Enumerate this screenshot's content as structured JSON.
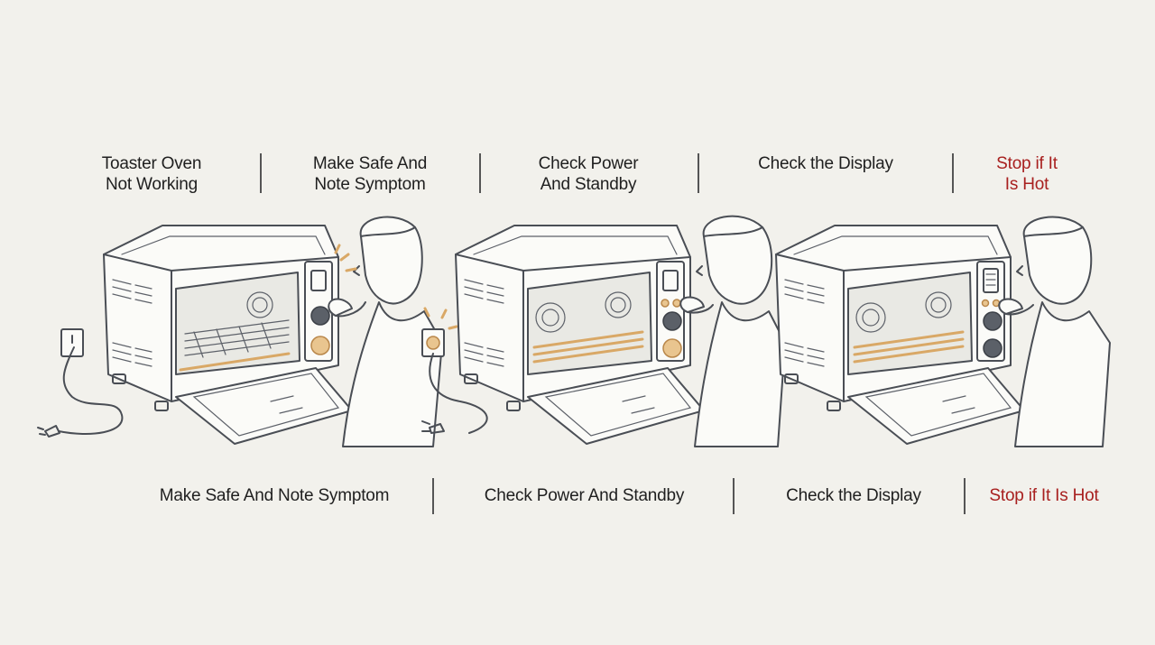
{
  "top_labels": [
    {
      "line1": "Toaster Oven",
      "line2": "Not Working",
      "warning": false
    },
    {
      "line1": "Make Safe And",
      "line2": "Note Symptom",
      "warning": false
    },
    {
      "line1": "Check Power",
      "line2": "And Standby",
      "warning": false
    },
    {
      "line1": "Check the Display",
      "line2": "",
      "warning": false
    },
    {
      "line1": "Stop if It",
      "line2": "Is Hot",
      "warning": true
    }
  ],
  "bottom_labels": [
    {
      "text": "Make Safe And Note Symptom",
      "warning": false
    },
    {
      "text": "Check Power And Standby",
      "warning": false
    },
    {
      "text": "Check the Display",
      "warning": false
    },
    {
      "text": "Stop if It Is Hot",
      "warning": true
    }
  ],
  "panels": [
    {
      "scene": "toaster-oven-unplugged-with-person-turning-knob"
    },
    {
      "scene": "toaster-oven-plugged-in-with-person-pressing-button"
    },
    {
      "scene": "toaster-oven-with-display-and-person-turning-knob"
    }
  ],
  "colors": {
    "background": "#f2f1ec",
    "text": "#1f1f1f",
    "warning": "#a8201f",
    "highlight": "#d9a866"
  }
}
